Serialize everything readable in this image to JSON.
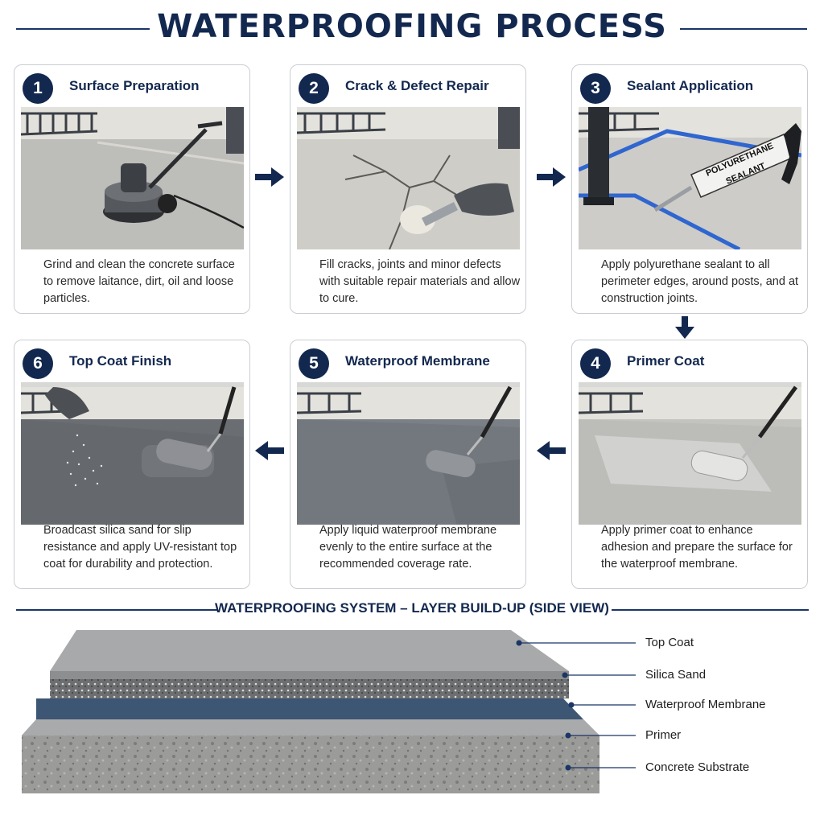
{
  "header": {
    "title": "WATERPROOFING PROCESS"
  },
  "steps": [
    {
      "number": "1",
      "title": "Surface Preparation",
      "description": "Grind and clean the concrete surface to remove laitance, dirt, oil and loose particles."
    },
    {
      "number": "2",
      "title": "Crack & Defect Repair",
      "description": "Fill cracks, joints and minor defects with suitable repair materials and allow to cure."
    },
    {
      "number": "3",
      "title": "Sealant Application",
      "description": "Apply polyurethane sealant to all perimeter edges, around posts, and at construction joints.",
      "tube_label_1": "POLYURETHANE",
      "tube_label_2": "SEALANT"
    },
    {
      "number": "4",
      "title": "Primer Coat",
      "description": "Apply primer coat to enhance adhesion and prepare the surface for the waterproof membrane."
    },
    {
      "number": "5",
      "title": "Waterproof Membrane",
      "description": "Apply liquid waterproof membrane evenly to the entire surface at the recommended coverage rate."
    },
    {
      "number": "6",
      "title": "Top Coat Finish",
      "description": "Broadcast silica sand for slip resistance and apply UV-resistant top coat for durability and protection."
    }
  ],
  "layer_section": {
    "title": "WATERPROOFING SYSTEM – LAYER BUILD-UP (SIDE VIEW)",
    "layers": [
      "Top Coat",
      "Silica Sand",
      "Waterproof Membrane",
      "Primer",
      "Concrete Substrate"
    ]
  },
  "colors": {
    "navy": "#13284f",
    "membrane_blue": "#3c5674",
    "concrete": "#9a9a98",
    "tape_blue": "#2f66d0"
  },
  "icons": [
    "arrow-right-icon",
    "arrow-down-icon",
    "arrow-left-icon"
  ]
}
